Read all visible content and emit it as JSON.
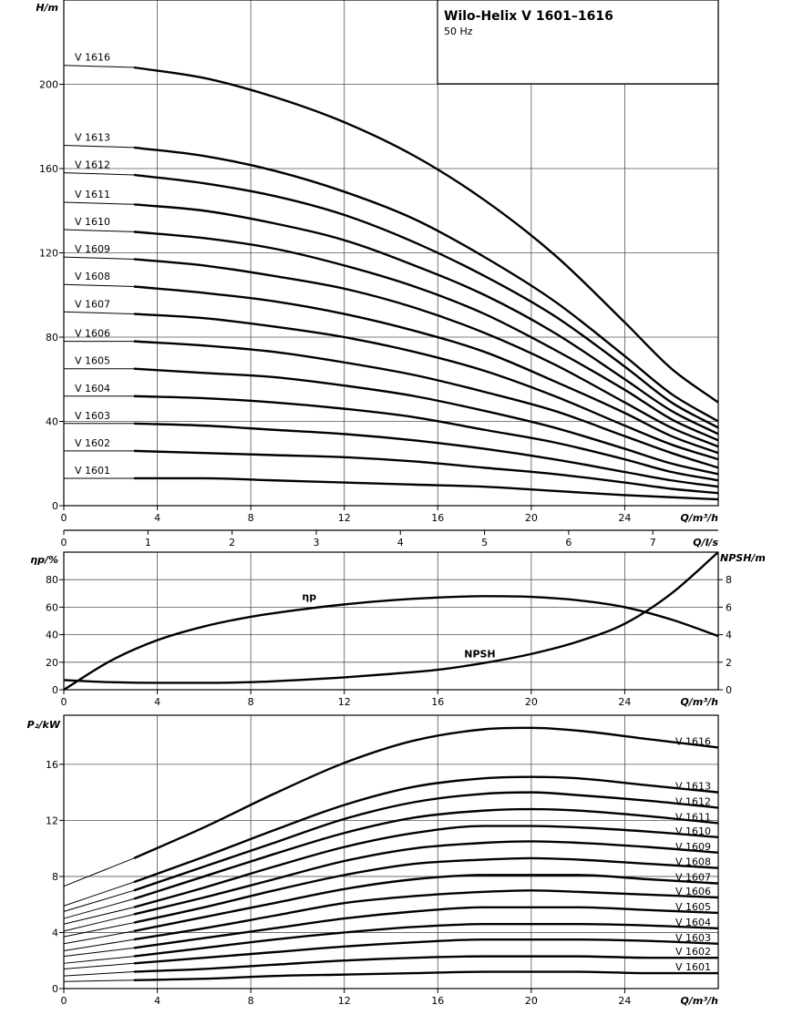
{
  "title": "Wilo-Helix V 1601–1616",
  "subtitle": "50 Hz",
  "chart_data": [
    {
      "type": "line",
      "id": "head",
      "ylabel": "H/m",
      "xlabel": "Q/m³/h",
      "xlim": [
        0,
        28
      ],
      "ylim": [
        0,
        240
      ],
      "xticks": [
        0,
        4,
        8,
        12,
        16,
        20,
        24
      ],
      "yticks": [
        0,
        40,
        80,
        120,
        160,
        200
      ],
      "grid": true,
      "secondary_x": {
        "label": "Q/l/s",
        "ticks": [
          0,
          1,
          2,
          3,
          4,
          5,
          6,
          7
        ]
      },
      "x": [
        0,
        3,
        6,
        9,
        12,
        15,
        18,
        21,
        24,
        26,
        28
      ],
      "series": [
        {
          "name": "V 1616",
          "values": [
            209,
            208,
            203,
            194,
            182,
            166,
            145,
            119,
            87,
            65,
            49
          ]
        },
        {
          "name": "V 1613",
          "values": [
            171,
            170,
            166,
            159,
            149,
            136,
            118,
            97,
            71,
            53,
            40
          ]
        },
        {
          "name": "V 1612",
          "values": [
            158,
            157,
            153,
            147,
            138,
            125,
            109,
            90,
            66,
            49,
            37
          ]
        },
        {
          "name": "V 1611",
          "values": [
            144,
            143,
            140,
            134,
            126,
            114,
            100,
            82,
            60,
            45,
            34
          ]
        },
        {
          "name": "V 1610",
          "values": [
            131,
            130,
            127,
            122,
            114,
            104,
            91,
            74,
            55,
            41,
            31
          ]
        },
        {
          "name": "V 1609",
          "values": [
            118,
            117,
            114,
            109,
            103,
            94,
            82,
            67,
            49,
            37,
            28
          ]
        },
        {
          "name": "V 1608",
          "values": [
            105,
            104,
            101,
            97,
            91,
            83,
            73,
            59,
            44,
            33,
            25
          ]
        },
        {
          "name": "V 1607",
          "values": [
            92,
            91,
            89,
            85,
            80,
            73,
            64,
            52,
            38,
            29,
            22
          ]
        },
        {
          "name": "V 1606",
          "values": [
            78,
            78,
            76,
            73,
            68,
            62,
            54,
            45,
            33,
            25,
            18
          ]
        },
        {
          "name": "V 1605",
          "values": [
            65,
            65,
            63,
            61,
            57,
            52,
            45,
            37,
            27,
            20,
            15
          ]
        },
        {
          "name": "V 1604",
          "values": [
            52,
            52,
            51,
            49,
            46,
            42,
            36,
            30,
            22,
            16,
            12
          ]
        },
        {
          "name": "V 1603",
          "values": [
            39,
            39,
            38,
            36,
            34,
            31,
            27,
            22,
            16,
            12,
            9
          ]
        },
        {
          "name": "V 1602",
          "values": [
            26,
            26,
            25,
            24,
            23,
            21,
            18,
            15,
            11,
            8,
            6
          ]
        },
        {
          "name": "V 1601",
          "values": [
            13,
            13,
            13,
            12,
            11,
            10,
            9,
            7,
            5,
            4,
            3
          ]
        }
      ]
    },
    {
      "type": "line",
      "id": "efficiency",
      "ylabel": "ηp/%",
      "ylabel_right": "NPSH/m",
      "xlabel": "Q/m³/h",
      "xlim": [
        0,
        28
      ],
      "ylim": [
        0,
        100
      ],
      "ylim_right": [
        0,
        10
      ],
      "xticks": [
        0,
        4,
        8,
        12,
        16,
        20,
        24
      ],
      "yticks": [
        0,
        20,
        40,
        60,
        80
      ],
      "yticks_right": [
        0,
        2,
        4,
        6,
        8
      ],
      "grid": true,
      "x": [
        0,
        2,
        4,
        6,
        8,
        10,
        12,
        14,
        16,
        18,
        20,
        22,
        24,
        26,
        28
      ],
      "series": [
        {
          "name": "ηp",
          "axis": "left",
          "values": [
            0,
            21,
            36,
            46,
            53,
            58,
            62,
            65,
            67,
            68,
            67.5,
            65,
            60,
            51,
            39
          ]
        },
        {
          "name": "NPSH",
          "axis": "right",
          "values": [
            0.7,
            0.55,
            0.5,
            0.5,
            0.55,
            0.7,
            0.9,
            1.15,
            1.45,
            1.95,
            2.6,
            3.5,
            4.8,
            7.0,
            10.0
          ]
        }
      ]
    },
    {
      "type": "line",
      "id": "power",
      "ylabel": "P₂/kW",
      "xlabel": "Q/m³/h",
      "xlim": [
        0,
        28
      ],
      "ylim": [
        0,
        19.5
      ],
      "xticks": [
        0,
        4,
        8,
        12,
        16,
        20,
        24
      ],
      "yticks": [
        0,
        4,
        8,
        12,
        16
      ],
      "grid": true,
      "x": [
        0,
        3,
        6,
        9,
        12,
        15,
        18,
        20,
        22,
        25,
        28
      ],
      "series": [
        {
          "name": "V 1616",
          "values": [
            7.3,
            9.3,
            11.5,
            13.9,
            16.1,
            17.7,
            18.5,
            18.6,
            18.4,
            17.8,
            17.2
          ]
        },
        {
          "name": "V 1613",
          "values": [
            5.9,
            7.6,
            9.4,
            11.3,
            13.1,
            14.4,
            15.0,
            15.1,
            15.0,
            14.5,
            14.0
          ]
        },
        {
          "name": "V 1612",
          "values": [
            5.5,
            7.0,
            8.7,
            10.4,
            12.1,
            13.3,
            13.9,
            14.0,
            13.8,
            13.4,
            12.9
          ]
        },
        {
          "name": "V 1611",
          "values": [
            5.0,
            6.4,
            8.0,
            9.6,
            11.1,
            12.2,
            12.7,
            12.8,
            12.7,
            12.3,
            11.8
          ]
        },
        {
          "name": "V 1610",
          "values": [
            4.6,
            5.8,
            7.2,
            8.7,
            10.1,
            11.1,
            11.6,
            11.6,
            11.5,
            11.2,
            10.8
          ]
        },
        {
          "name": "V 1609",
          "values": [
            4.1,
            5.3,
            6.5,
            7.8,
            9.1,
            10.0,
            10.4,
            10.5,
            10.4,
            10.1,
            9.7
          ]
        },
        {
          "name": "V 1608",
          "values": [
            3.7,
            4.7,
            5.8,
            7.0,
            8.1,
            8.9,
            9.2,
            9.3,
            9.2,
            8.9,
            8.6
          ]
        },
        {
          "name": "V 1607",
          "values": [
            3.2,
            4.1,
            5.1,
            6.1,
            7.1,
            7.8,
            8.1,
            8.1,
            8.1,
            7.8,
            7.5
          ]
        },
        {
          "name": "V 1606",
          "values": [
            2.7,
            3.5,
            4.3,
            5.2,
            6.1,
            6.6,
            6.9,
            7.0,
            6.9,
            6.7,
            6.5
          ]
        },
        {
          "name": "V 1605",
          "values": [
            2.3,
            2.9,
            3.6,
            4.3,
            5.0,
            5.5,
            5.8,
            5.8,
            5.8,
            5.6,
            5.4
          ]
        },
        {
          "name": "V 1604",
          "values": [
            1.8,
            2.3,
            2.9,
            3.5,
            4.0,
            4.4,
            4.6,
            4.6,
            4.6,
            4.5,
            4.3
          ]
        },
        {
          "name": "V 1603",
          "values": [
            1.4,
            1.8,
            2.2,
            2.6,
            3.0,
            3.3,
            3.5,
            3.5,
            3.5,
            3.4,
            3.2
          ]
        },
        {
          "name": "V 1602",
          "values": [
            0.9,
            1.2,
            1.4,
            1.7,
            2.0,
            2.2,
            2.3,
            2.3,
            2.3,
            2.2,
            2.2
          ]
        },
        {
          "name": "V 1601",
          "values": [
            0.5,
            0.6,
            0.7,
            0.9,
            1.0,
            1.1,
            1.2,
            1.2,
            1.2,
            1.1,
            1.1
          ]
        }
      ]
    }
  ]
}
